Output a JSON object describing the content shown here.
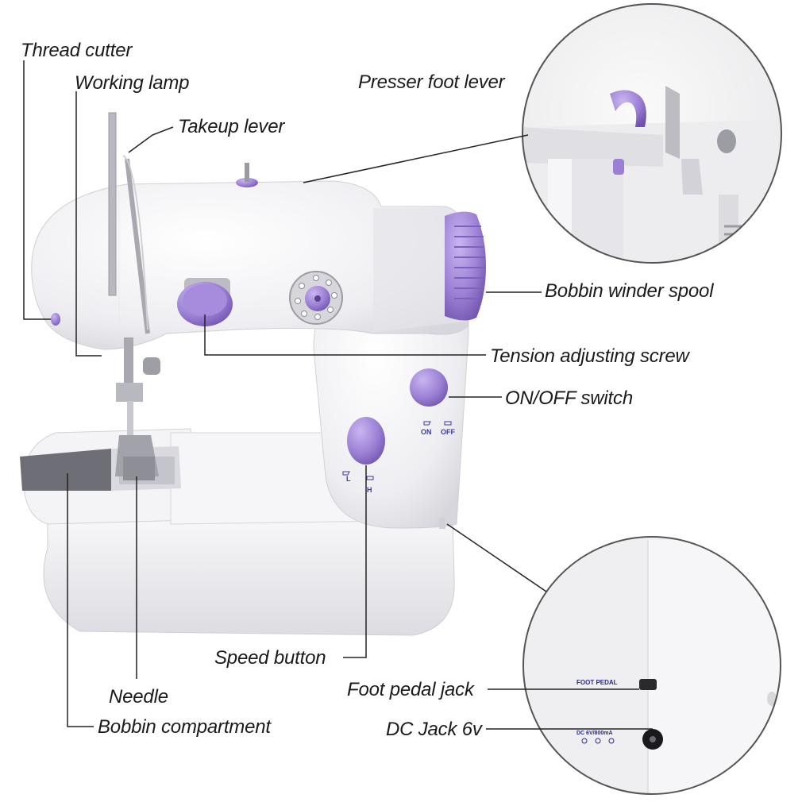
{
  "labels": {
    "thread_cutter": "Thread cutter",
    "working_lamp": "Working lamp",
    "takeup_lever": "Takeup lever",
    "presser_foot_lever": "Presser foot lever",
    "bobbin_winder_spool": "Bobbin winder spool",
    "tension_adjusting_screw": "Tension adjusting screw",
    "on_off_switch": "ON/OFF switch",
    "speed_button": "Speed button",
    "needle": "Needle",
    "bobbin_compartment": "Bobbin compartment",
    "foot_pedal_jack": "Foot pedal jack",
    "dc_jack": "DC Jack 6v"
  },
  "machine_marks": {
    "on": "ON",
    "off": "OFF",
    "low": "L",
    "high": "H"
  },
  "panel_marks": {
    "foot_pedal": "FOOT PEDAL",
    "dc_rating": "DC 6V/800mA"
  },
  "colors": {
    "accent_purple": "#9b7fd4",
    "body_white": "#f2f2f4",
    "leader_line": "#222222"
  }
}
